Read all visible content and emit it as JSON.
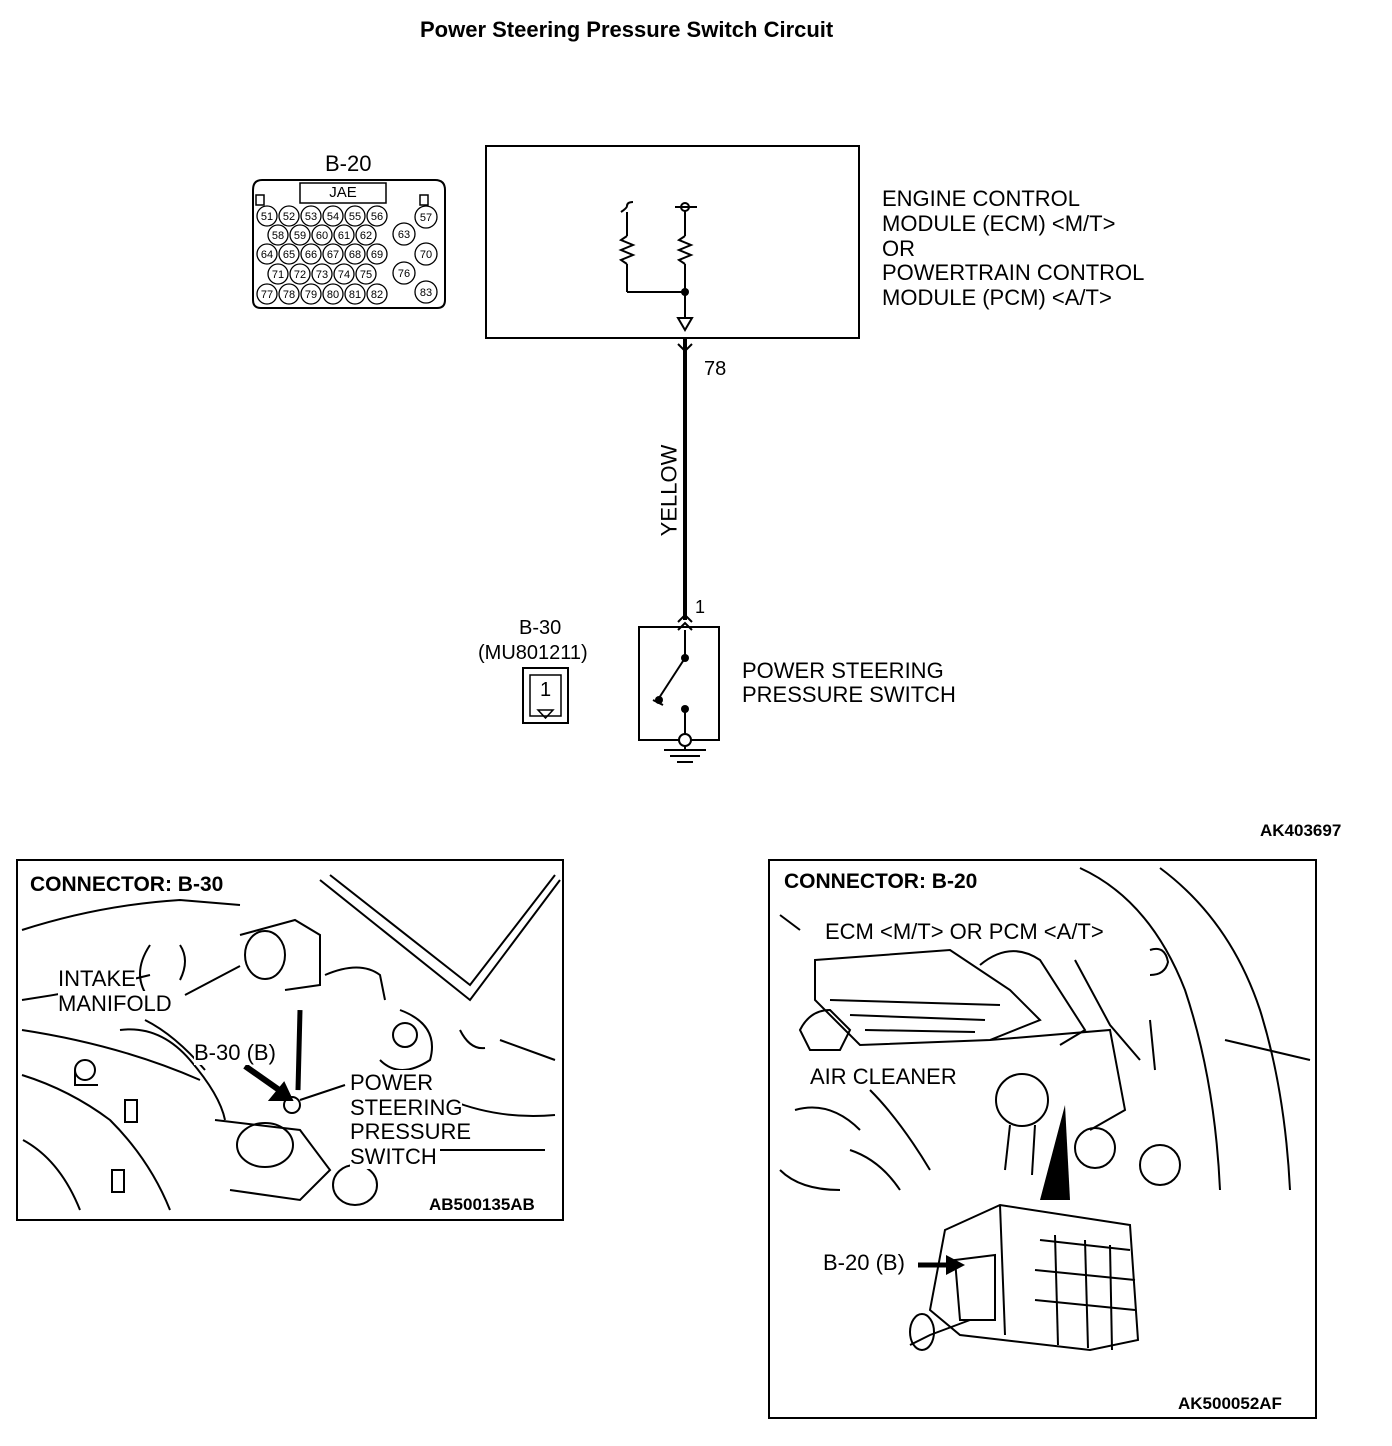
{
  "title": "Power Steering Pressure Switch Circuit",
  "b20_connector": {
    "label": "B-20",
    "maker": "JAE",
    "pins": [
      "51",
      "52",
      "53",
      "54",
      "55",
      "56",
      "57",
      "58",
      "59",
      "60",
      "61",
      "62",
      "63",
      "64",
      "65",
      "66",
      "67",
      "68",
      "69",
      "70",
      "71",
      "72",
      "73",
      "74",
      "75",
      "76",
      "77",
      "78",
      "79",
      "80",
      "81",
      "82",
      "83"
    ]
  },
  "ecm": {
    "line1": "ENGINE CONTROL",
    "line2": "MODULE (ECM) <M/T>",
    "line3": "OR",
    "line4": "POWERTRAIN CONTROL",
    "line5": "MODULE (PCM) <A/T>"
  },
  "wire": {
    "pin_top": "78",
    "color": "YELLOW",
    "pin_bottom": "1"
  },
  "b30_connector": {
    "label": "B-30",
    "part": "(MU801211)",
    "pin": "1"
  },
  "switch": {
    "line1": "POWER STEERING",
    "line2": "PRESSURE SWITCH"
  },
  "diagram_code": "AK403697",
  "panel_left": {
    "title": "CONNECTOR: B-30",
    "callout_intake_1": "INTAKE",
    "callout_intake_2": "MANIFOLD",
    "callout_conn": "B-30 (B)",
    "callout_sw_1": "POWER",
    "callout_sw_2": "STEERING",
    "callout_sw_3": "PRESSURE",
    "callout_sw_4": "SWITCH",
    "code": "AB500135AB"
  },
  "panel_right": {
    "title": "CONNECTOR: B-20",
    "callout_ecm": "ECM <M/T> OR PCM <A/T>",
    "callout_air": "AIR CLEANER",
    "callout_conn": "B-20 (B)",
    "code": "AK500052AF"
  }
}
